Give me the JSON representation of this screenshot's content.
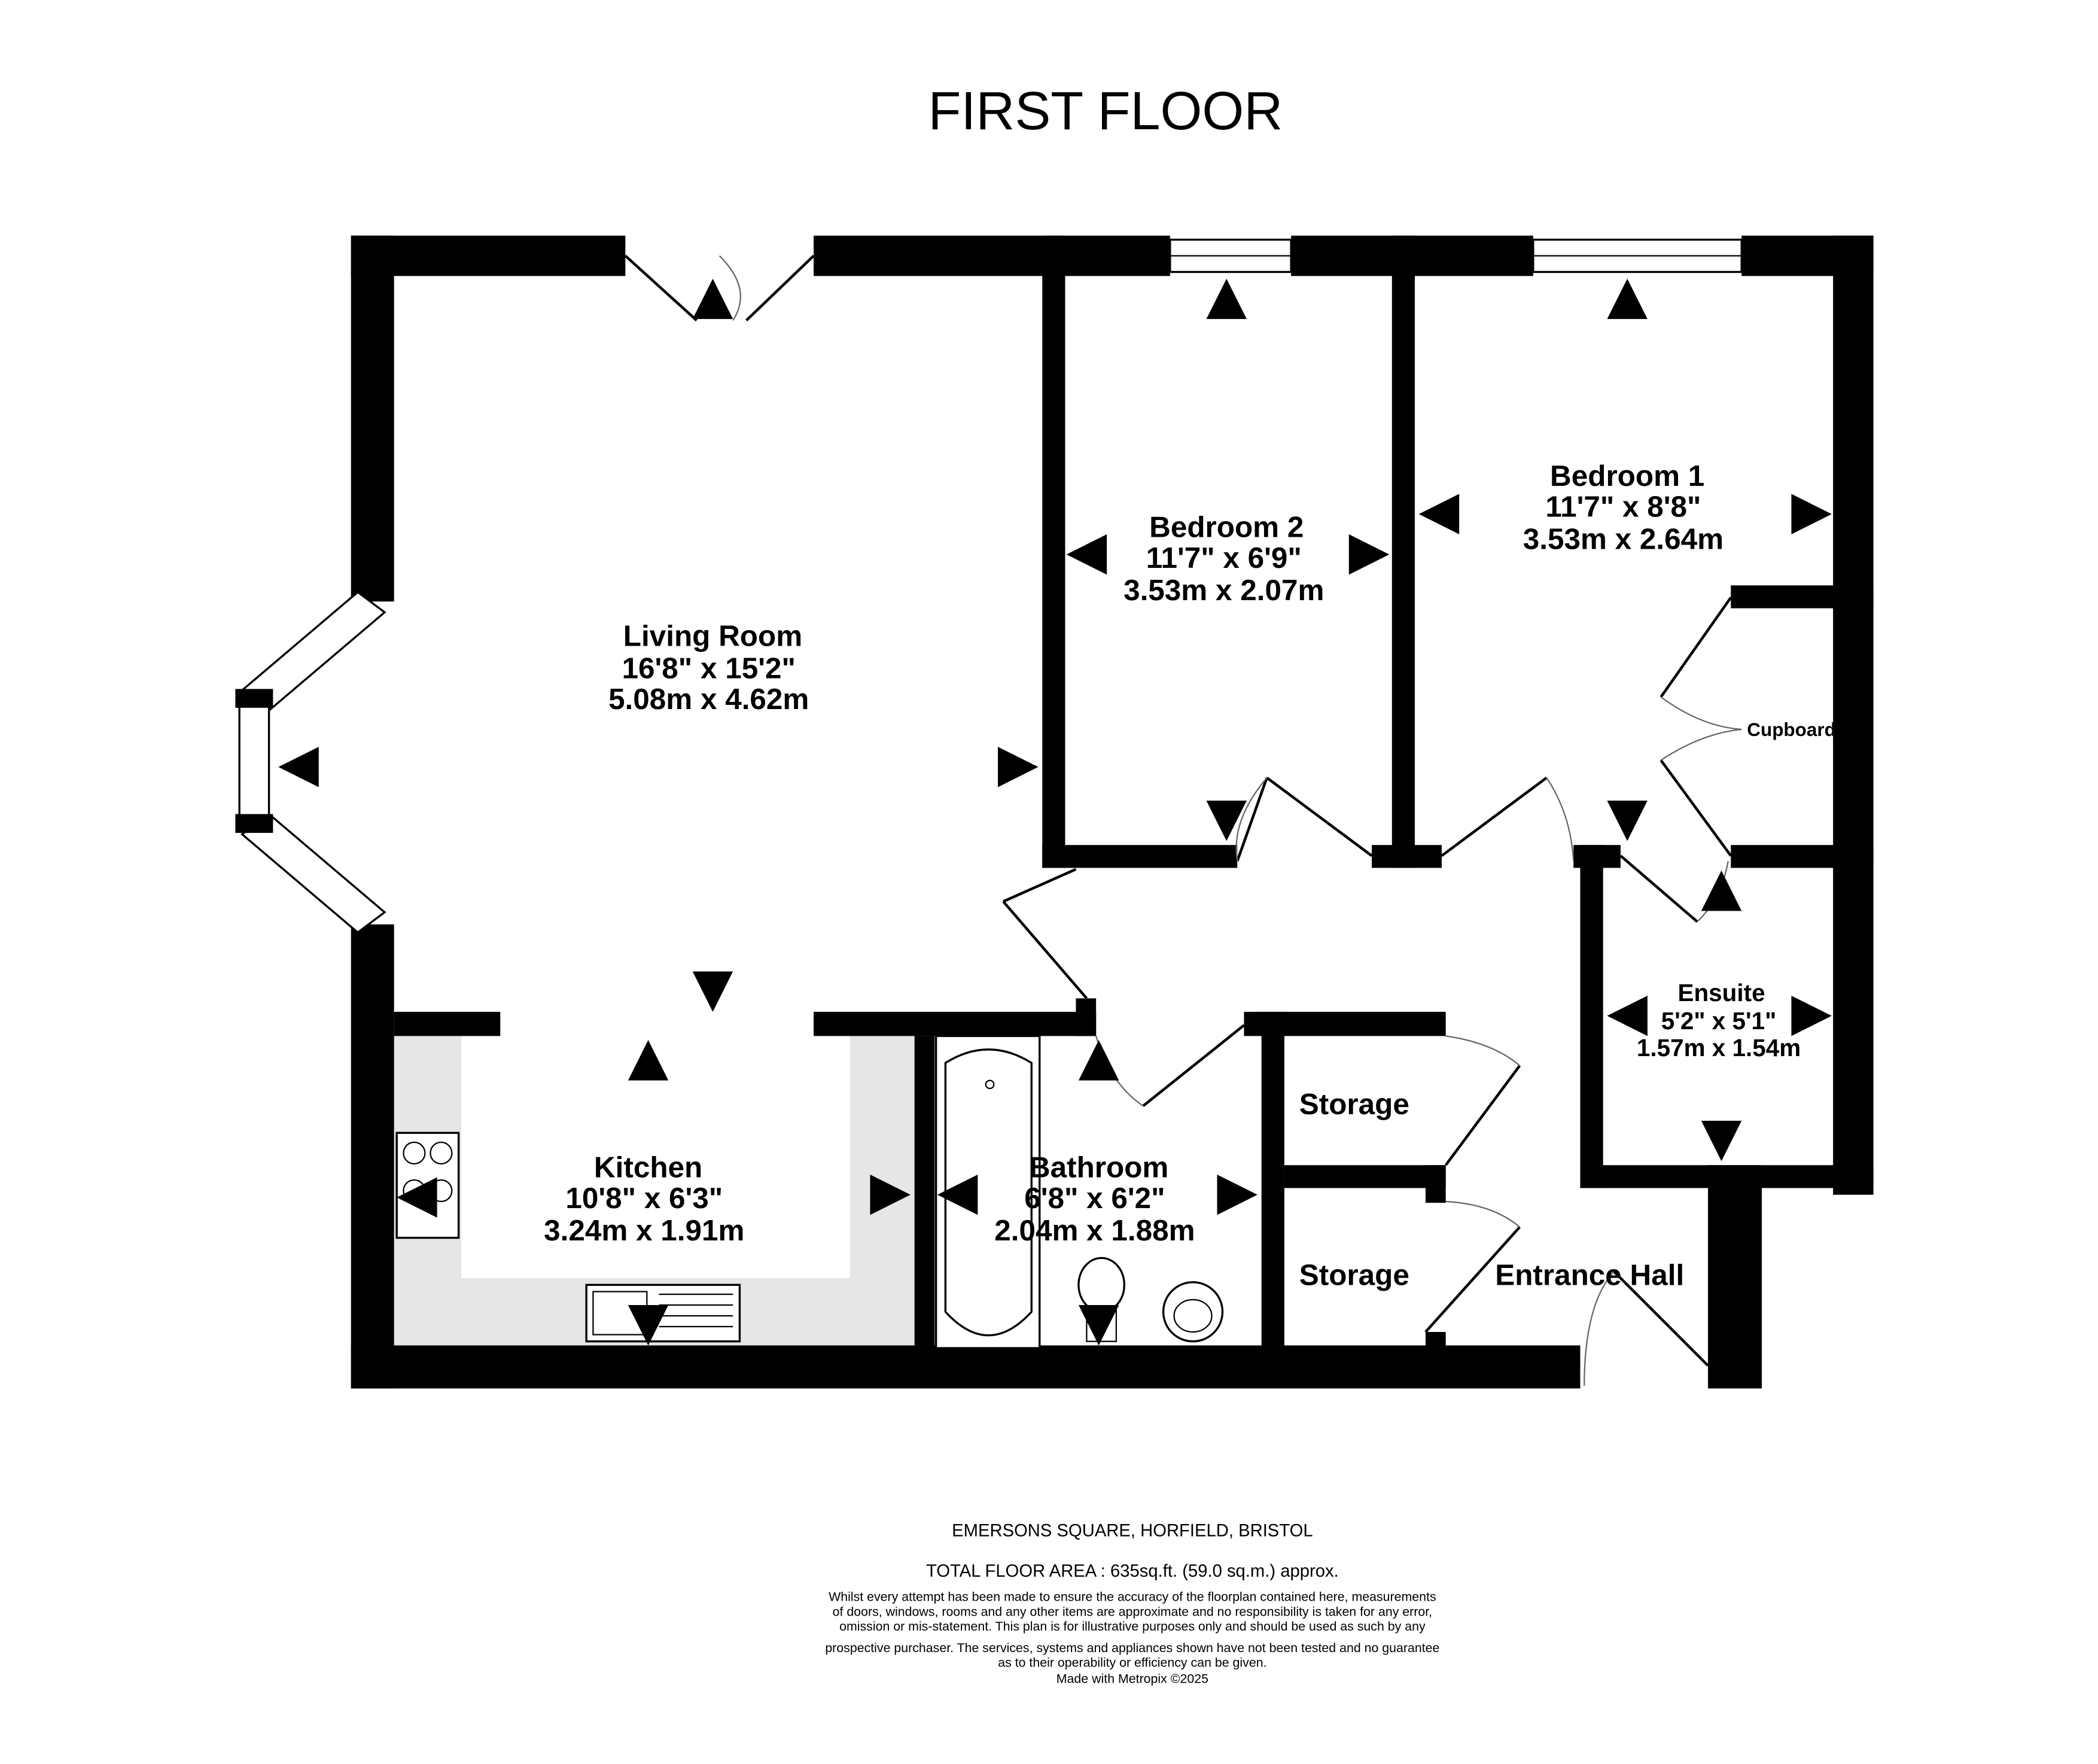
{
  "title": "FIRST FLOOR",
  "rooms": {
    "living": {
      "name": "Living Room",
      "imperial": "16'8\"  x 15'2\"",
      "metric": "5.08m  x 4.62m"
    },
    "bedroom2": {
      "name": "Bedroom 2",
      "imperial": "11'7\"  x 6'9\"",
      "metric": "3.53m  x 2.07m"
    },
    "bedroom1": {
      "name": "Bedroom 1",
      "imperial": "11'7\"  x 8'8\"",
      "metric": "3.53m  x 2.64m"
    },
    "kitchen": {
      "name": "Kitchen",
      "imperial": "10'8\"  x 6'3\"",
      "metric": "3.24m  x 1.91m"
    },
    "bathroom": {
      "name": "Bathroom",
      "imperial": "6'8\"  x 6'2\"",
      "metric": "2.04m  x 1.88m"
    },
    "ensuite": {
      "name": "Ensuite",
      "imperial": "5'2\"  x 5'1\"",
      "metric": "1.57m  x 1.54m"
    },
    "storage1": {
      "name": "Storage"
    },
    "storage2": {
      "name": "Storage"
    },
    "hall": {
      "name": "Entrance Hall"
    },
    "cupboard": {
      "name": "Cupboard"
    }
  },
  "footer": {
    "address": "EMERSONS SQUARE, HORFIELD, BRISTOL",
    "area": "TOTAL FLOOR AREA : 635sq.ft. (59.0 sq.m.) approx.",
    "disclaimer": [
      "Whilst every attempt has been made to ensure the accuracy of the floorplan contained here, measurements",
      "of doors, windows, rooms and any other items are approximate and no responsibility is taken for any error,",
      "omission or mis-statement. This plan is for illustrative purposes only and should be used as such by any",
      "prospective purchaser. The services, systems and appliances shown have not been tested and no guarantee",
      "as to their operability or efficiency can be given."
    ],
    "credit": "Made with Metropix ©2025"
  }
}
